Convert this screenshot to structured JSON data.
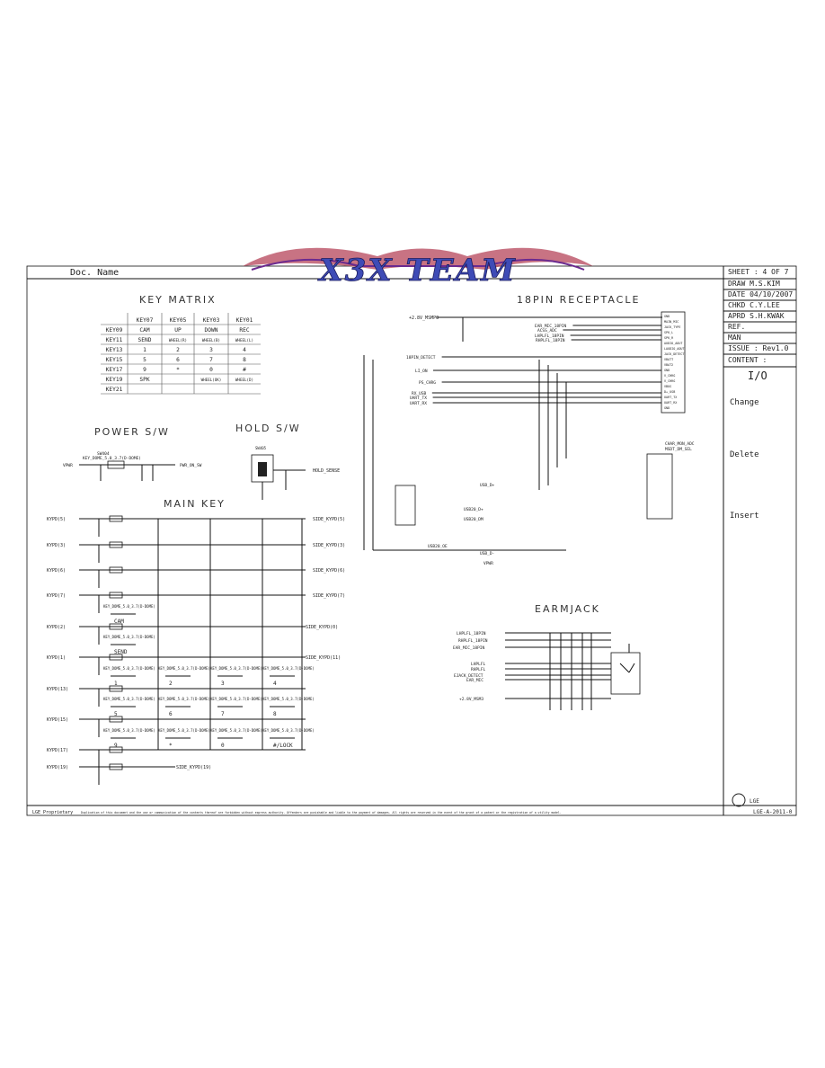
{
  "header": {
    "doc_name_label": "Doc. Name",
    "doc_name_value": "",
    "logo_text": "X3X TEAM"
  },
  "title_block": {
    "sheet": "SHEET : 4 OF 7",
    "draw": "DRAW  M.S.KIM",
    "date": "DATE  04/10/2007",
    "chkd": "CHKD  C.Y.LEE",
    "aprd": "APRD  S.H.KWAK",
    "ref": "REF.",
    "man": "MAN",
    "issue": "ISSUE : Rev1.0",
    "content": "CONTENT :",
    "io": "I/O",
    "change": "Change",
    "delete": "Delete",
    "insert": "Insert",
    "lge": "LGE",
    "code": "LGE-A-2011-0"
  },
  "footer": {
    "proprietary": "LGE Proprietary",
    "notice": "Duplication of this document and the use or communication of the contents thereof are forbidden without express authority. Offenders are punishable and liable to the payment of damages. All rights are reserved in the event of the grant of a patent or the registration of a utility model."
  },
  "key_matrix": {
    "title": "KEY MATRIX",
    "columns": [
      "",
      "KEY07",
      "KEY05",
      "KEY03",
      "KEY01"
    ],
    "rows": [
      [
        "KEY09",
        "CAM",
        "UP",
        "DOWN",
        "REC"
      ],
      [
        "KEY11",
        "SEND",
        "WHEEL(R)",
        "WHEEL(B)",
        "WHEEL(L)"
      ],
      [
        "KEY13",
        "1",
        "2",
        "3",
        "4"
      ],
      [
        "KEY15",
        "5",
        "6",
        "7",
        "8"
      ],
      [
        "KEY17",
        "9",
        "*",
        "0",
        "#"
      ],
      [
        "KEY19",
        "SPK",
        "",
        "WHEEL(OK)",
        "WHEEL(D)"
      ],
      [
        "KEY21",
        "",
        "",
        "",
        ""
      ]
    ]
  },
  "sections": {
    "power_sw": "POWER S/W",
    "hold_sw": "HOLD S/W",
    "main_key": "MAIN KEY",
    "receptacle": "18PIN RECEPTACLE",
    "earmjack": "EARMJACK"
  },
  "power": {
    "switch": "SW404",
    "part": "KEY_DOME_5.0_3.7(D-DOME)",
    "left_net": "VPWR",
    "right_net": "PWR_ON_SW"
  },
  "hold": {
    "part": "SW405",
    "net": "HOLD_SENSE"
  },
  "main_key": {
    "left_nets": [
      "KYPD(5)",
      "KYPD(3)",
      "KYPD(6)",
      "KYPD(7)",
      "KYPD(2)",
      "KYPD(1)",
      "KYPD(13)",
      "KYPD(15)",
      "KYPD(17)",
      "KYPD(19)"
    ],
    "right_nets": [
      "SIDE_KYPD(5)",
      "SIDE_KYPD(3)",
      "SIDE_KYPD(6)",
      "SIDE_KYPD(7)",
      "SIDE_KYPD(0)",
      "SIDE_KYPD(11)",
      "SIDE_KYPD(19)"
    ],
    "dome_part": "KEY_DOME_5.0_3.7(D-DOME)",
    "key_labels": [
      "CAM",
      "SEND",
      "1",
      "2",
      "3",
      "4",
      "5",
      "6",
      "7",
      "8",
      "9",
      "*",
      "0",
      "#/LOCK"
    ]
  },
  "receptacle": {
    "power_net": "+2.8V_MSMP3",
    "left_nets": [
      "EAR_MIC_18PIN",
      "ACSS_ADC",
      "LHPLFL_18PIN",
      "RHPLFL_18PIN",
      "18PIN_DETECT",
      "LI_ON",
      "PS_CHRG",
      "RX_USB",
      "UART_TX",
      "UART_RX"
    ],
    "pins": [
      "GND",
      "MAIN_MIC",
      "JACK_TYPE",
      "SPK_L",
      "SPK_R",
      "AUDIO_AOUT",
      "LAUDIO_AOUT",
      "JACK_DETECT",
      "VBATT",
      "VBAT2",
      "GND",
      "V_CHRG",
      "V_CHRG",
      "VBUS",
      "D+_USB",
      "UART_TX",
      "UART_RX",
      "GND"
    ],
    "right_nets": [
      "CHAR_MON_ADC",
      "MSDT_DM_SEL"
    ],
    "usb_nets": [
      "USB_D+",
      "USB20_D+",
      "USB20_DM",
      "USB_D-",
      "USB20_OE",
      "VPWR"
    ]
  },
  "earmjack": {
    "left_nets": [
      "LHPLFL_18PIN",
      "RHPLFL_18PIN",
      "EAR_MIC_18PIN",
      "LHPLFL",
      "RHPLFL",
      "EJACK_DETECT",
      "EAR_MIC",
      "+2.8V_MSM3"
    ]
  }
}
